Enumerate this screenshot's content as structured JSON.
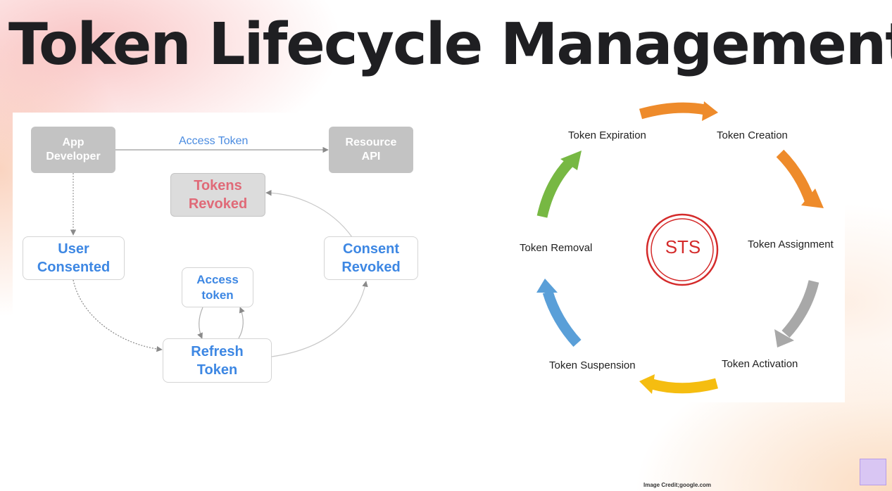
{
  "title": "Token Lifecycle Management",
  "left_diagram": {
    "app_developer": "App\nDeveloper",
    "resource_api": "Resource\nAPI",
    "access_token_edge": "Access Token",
    "tokens_revoked": "Tokens\nRevoked",
    "user_consented": "User\nConsented",
    "consent_revoked": "Consent\nRevoked",
    "access_token_box": "Access\ntoken",
    "refresh_token": "Refresh\nToken"
  },
  "right_diagram": {
    "center": "STS",
    "stages": {
      "expiration": "Token Expiration",
      "creation": "Token Creation",
      "assignment": "Token Assignment",
      "activation": "Token Activation",
      "suspension": "Token Suspension",
      "removal": "Token Removal"
    },
    "arrow_colors": {
      "creation": "#ee8b2b",
      "assignment": "#ee8b2b",
      "activation": "#a8a8a8",
      "suspension": "#f5bd10",
      "removal": "#5a9fd8",
      "expiration": "#77b843"
    },
    "sts_color": "#d42a2a"
  },
  "credit": "Image Credit;google.com"
}
